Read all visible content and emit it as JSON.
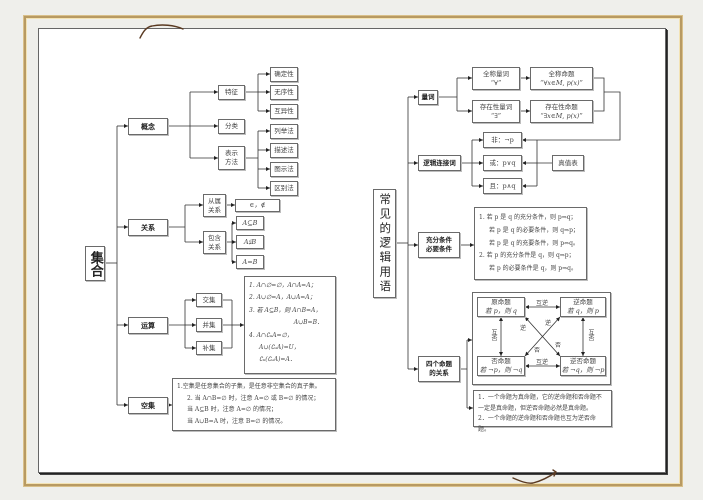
{
  "left_map": {
    "root": "集合",
    "concept": {
      "label": "概念",
      "features": {
        "label": "特征",
        "items": [
          "确定性",
          "无序性",
          "互异性"
        ]
      },
      "classification": "分类",
      "representation": {
        "label_lines": [
          "表示",
          "方法"
        ],
        "items": [
          "列举法",
          "描述法",
          "图示法",
          "区别法"
        ]
      }
    },
    "relation": {
      "label": "关系",
      "membership": {
        "label_lines": [
          "从属",
          "关系"
        ],
        "symbols": "∈，∉"
      },
      "inclusion": {
        "label_lines": [
          "包含",
          "关系"
        ],
        "items": [
          "A⊆B",
          "A⫋B",
          "A=B"
        ]
      }
    },
    "operation": {
      "label": "运算",
      "items": [
        "交集",
        "并集",
        "补集"
      ],
      "formulas": [
        "1. A∩∅=∅，A∩A=A；",
        "2. A∪∅=A，A∪A=A；",
        "3. 若 A⊆B，则 A∩B=A，",
        "A∪B=B．",
        "4. A∩∁ᵤA=∅，",
        "A∪(∁ᵤA)=U，",
        "∁ᵤ(∁ᵤA)=A．"
      ]
    },
    "empty_set": {
      "label": "空集",
      "notes": [
        "1.空集是任意集合的子集，是任意非空集合的真子集。",
        "2. 当 A∩B=∅ 时，注意 A=∅ 或 B=∅ 的情况；",
        "当 A⊆B 时，注意 A=∅ 的情况；",
        "当 A∪B=A 时，注意 B=∅ 的情况。"
      ]
    }
  },
  "right_map": {
    "root": "常见的逻辑用语",
    "quantifiers": {
      "label": "量词",
      "universal": {
        "quantifier": [
          "全称量词",
          "“∀”"
        ],
        "proposition": [
          "全称命题",
          "“∀x∈M, p(x)”"
        ]
      },
      "existential": {
        "quantifier": [
          "存在性量词",
          "“∃”"
        ],
        "proposition": [
          "存在性命题",
          "“∃x∈M, p(x)”"
        ]
      }
    },
    "connectives": {
      "label": "逻辑连接词",
      "items": [
        "非：¬p",
        "或：p∨q",
        "且：p∧q"
      ],
      "truth_table": "真值表"
    },
    "conditions": {
      "label_lines": [
        "充分条件",
        "必要条件"
      ],
      "rules": [
        "1. 若 p 是 q 的充分条件，则 p⇒q；",
        "若 p 是 q 的必要条件，则 q⇒p；",
        "若 p 是 q 的充要条件，则 p⇔q。",
        "2. 若 p 的充分条件是 q，则 q⇒p；",
        "若 p 的必要条件是 q，则 p⇒q。"
      ]
    },
    "four_propositions": {
      "label_lines": [
        "四个命题",
        "的关系"
      ],
      "original": [
        "原命题",
        "若 p，则 q"
      ],
      "converse": [
        "逆命题",
        "若 q，则 p"
      ],
      "inverse": [
        "否命题",
        "若 ¬p，则 ¬q"
      ],
      "contrapositive": [
        "逆否命题",
        "若 ¬q，则 ¬p"
      ],
      "relations": {
        "mutual_converse": "互逆",
        "mutual_negation": "互否",
        "converse_char": "逆",
        "negation_char": "否"
      },
      "notes": [
        "1．一个命题为真命题，它的逆命题和否命题不一定是真命题，但逆否命题必然是真命题。",
        "2．一个命题的逆命题和否命题也互为逆否命题。"
      ]
    }
  },
  "colors": {
    "background": "#efefeb",
    "frame_gold": "#b89a62",
    "panel": "#ffffff",
    "box_border": "#6a6a6a",
    "connector": "#222222",
    "swirl": "#5a3a22"
  }
}
